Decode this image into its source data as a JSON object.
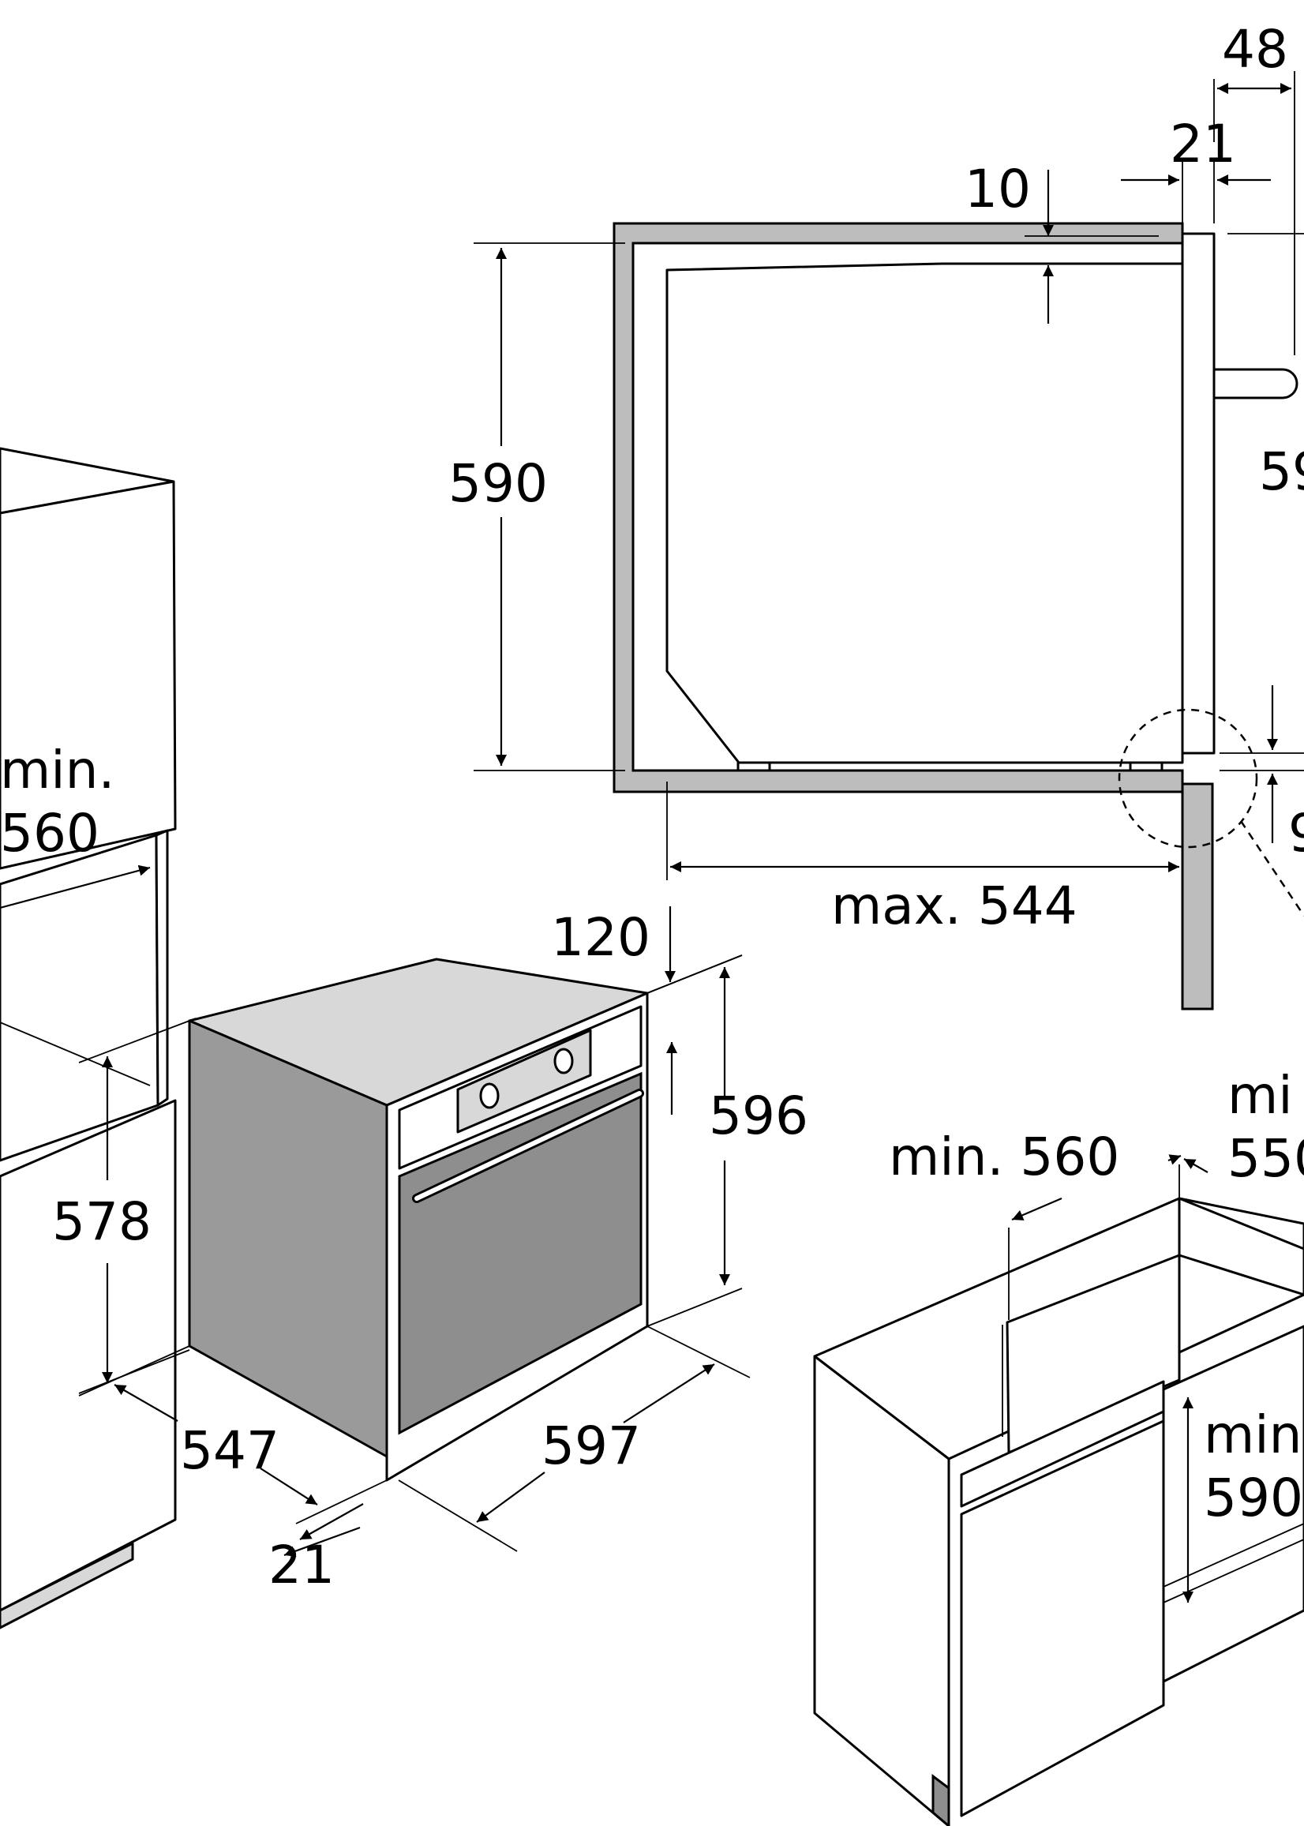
{
  "diagram": {
    "labels": {
      "d48": "48",
      "d21_top": "21",
      "d10": "10",
      "d590": "590",
      "d59_partial": "59",
      "d9_partial": "9",
      "max544": "max. 544",
      "min_left_1": "min.",
      "min_left_2": "560",
      "d120": "120",
      "d596": "596",
      "d578": "578",
      "d547": "547",
      "d597": "597",
      "d21_bottom": "21",
      "min560_right": "min. 560",
      "min_r1": "mi",
      "min_r2": "550",
      "min_r3": "min",
      "min_r4": "590"
    }
  }
}
